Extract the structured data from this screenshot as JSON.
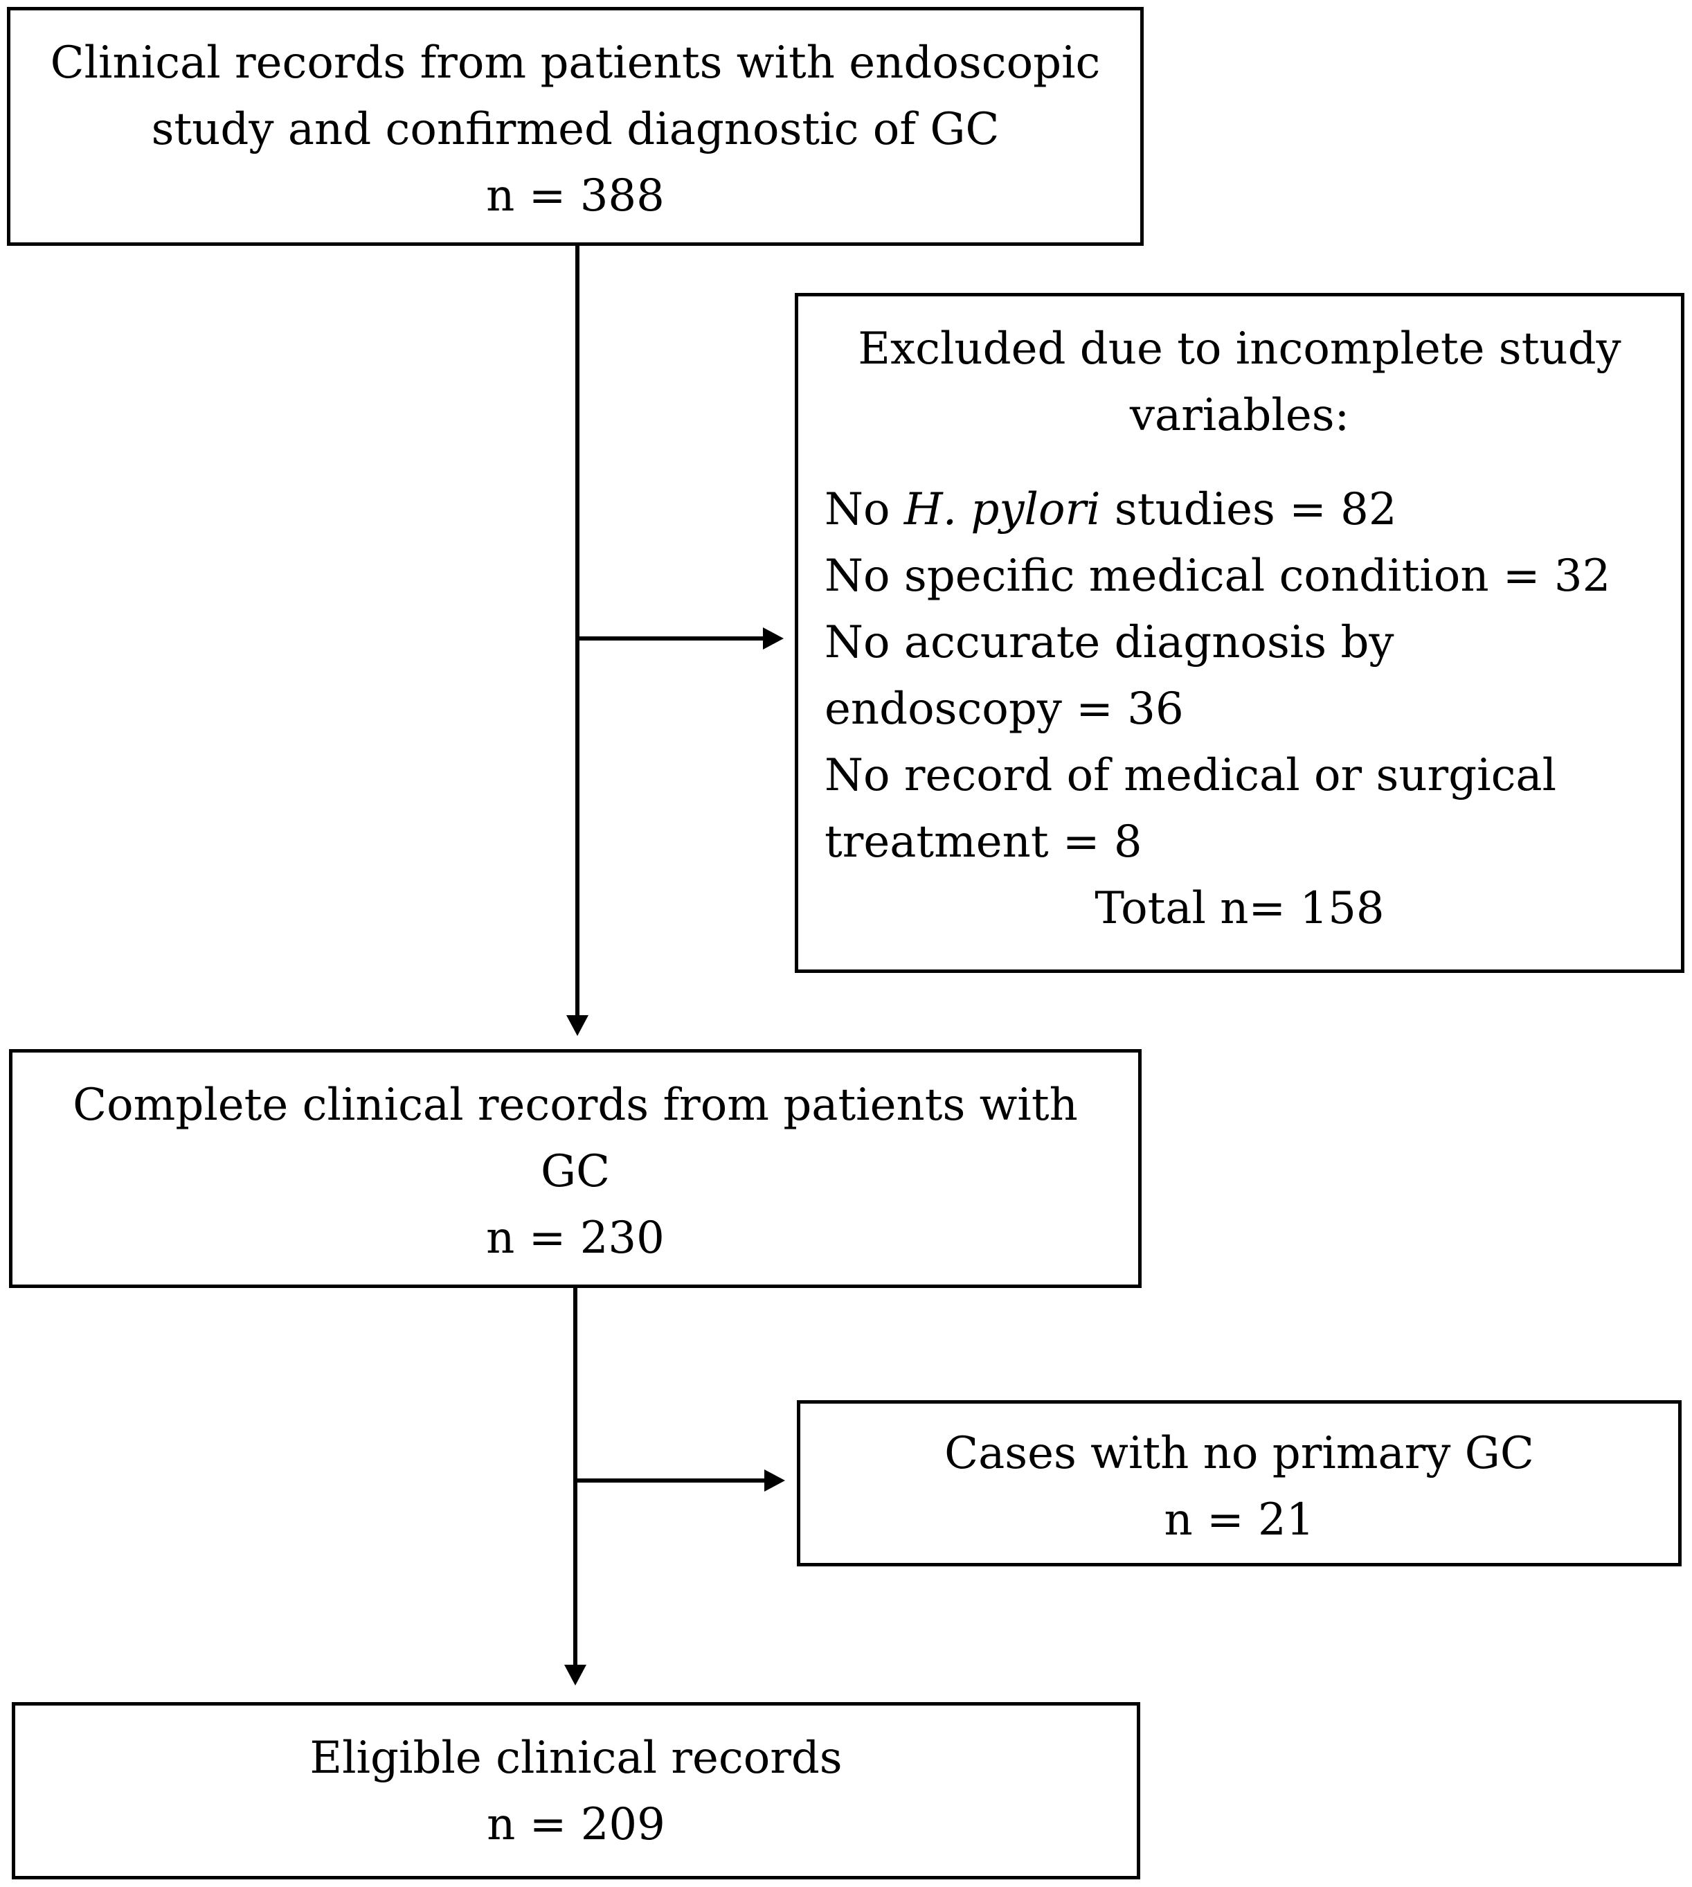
{
  "box_initial": {
    "line1": "Clinical records from patients with endoscopic",
    "line2": "study and confirmed diagnostic of GC",
    "count": "n = 388"
  },
  "box_excluded": {
    "title1": "Excluded due to incomplete study",
    "title2": "variables:",
    "item1_pre": "No ",
    "item1_italic": "H. pylori",
    "item1_post": " studies = 82",
    "item2": "No specific medical condition = 32",
    "item3a": "No accurate diagnosis by",
    "item3b": "endoscopy = 36",
    "item4a": "No record of medical or surgical",
    "item4b": "treatment = 8",
    "total": "Total n= 158"
  },
  "box_complete": {
    "line1": "Complete clinical records from patients with",
    "line2": "GC",
    "count": "n = 230"
  },
  "box_no_primary": {
    "line1": "Cases with no primary GC",
    "count": "n = 21"
  },
  "box_eligible": {
    "line1": "Eligible clinical records",
    "count": "n = 209"
  }
}
